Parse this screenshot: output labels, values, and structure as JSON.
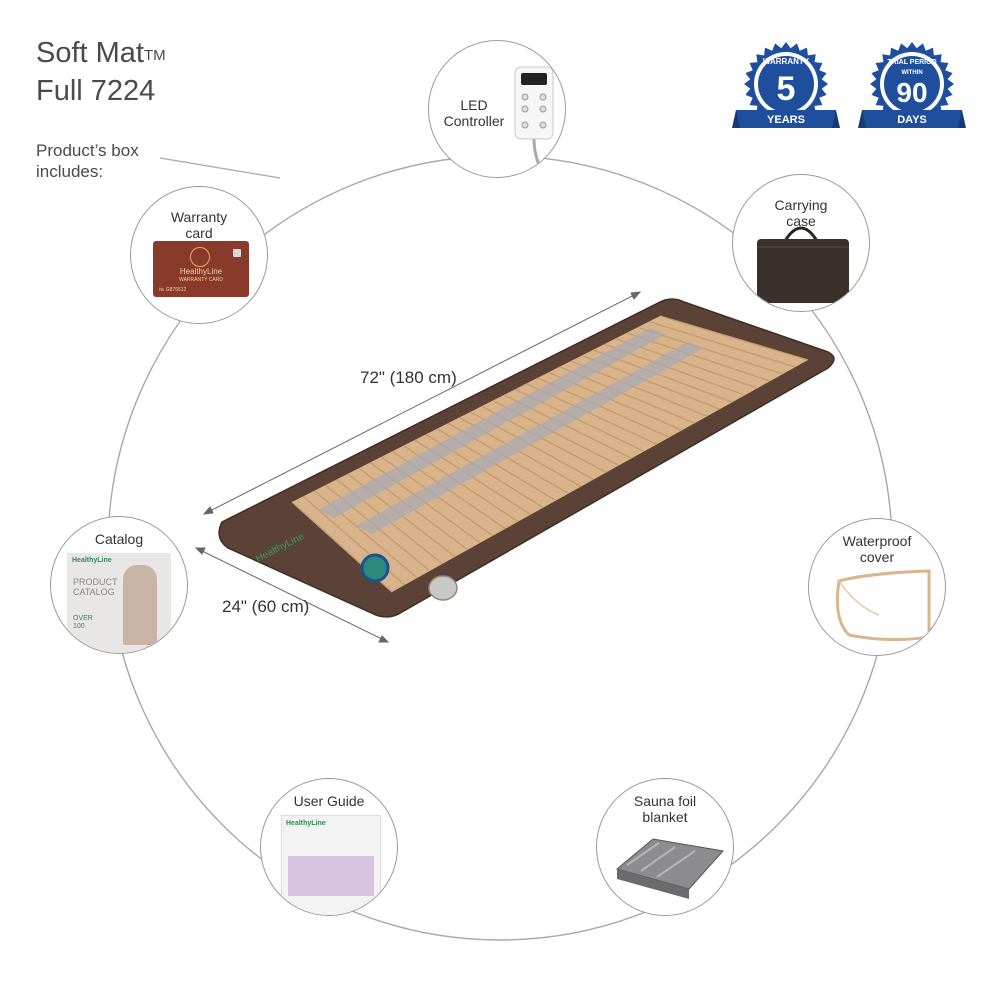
{
  "title": {
    "line1": "Soft Mat",
    "tm": "TM",
    "line2": "Full 7224"
  },
  "box_label": {
    "line1": "Product’s box",
    "line2": "includes:"
  },
  "dimensions": {
    "length": "72\" (180 cm)",
    "width": "24\" (60 cm)"
  },
  "items": {
    "led": {
      "line1": "LED",
      "line2": "Controller"
    },
    "warranty_card": {
      "line1": "Warranty",
      "line2": "card",
      "brand": "HealthyLine",
      "card_text": "WARRANTY CARD",
      "serial": "№ G876612"
    },
    "carrying_case": {
      "line1": "Carrying",
      "line2": "case"
    },
    "catalog": {
      "line1": "Catalog",
      "brand": "HealthyLine",
      "cover1": "PRODUCT",
      "cover2": "CATALOG",
      "cover3": "OVER",
      "cover4": "100"
    },
    "waterproof": {
      "line1": "Waterproof",
      "line2": "cover"
    },
    "user_guide": {
      "line1": "User Guide",
      "brand": "HealthyLine"
    },
    "sauna": {
      "line1": "Sauna foil",
      "line2": "blanket"
    }
  },
  "badges": {
    "warranty": {
      "top": "WARRANTY",
      "number": "5",
      "bottom": "YEARS"
    },
    "trial": {
      "top": "TRIAL PERIOD",
      "within": "WITHIN",
      "number": "90",
      "bottom": "DAYS"
    }
  },
  "mat_brand": "HealthyLine",
  "colors": {
    "badge_blue": "#1f4f9c",
    "mat_tan": "#d9b48a",
    "border_brown": "#5a4336"
  }
}
